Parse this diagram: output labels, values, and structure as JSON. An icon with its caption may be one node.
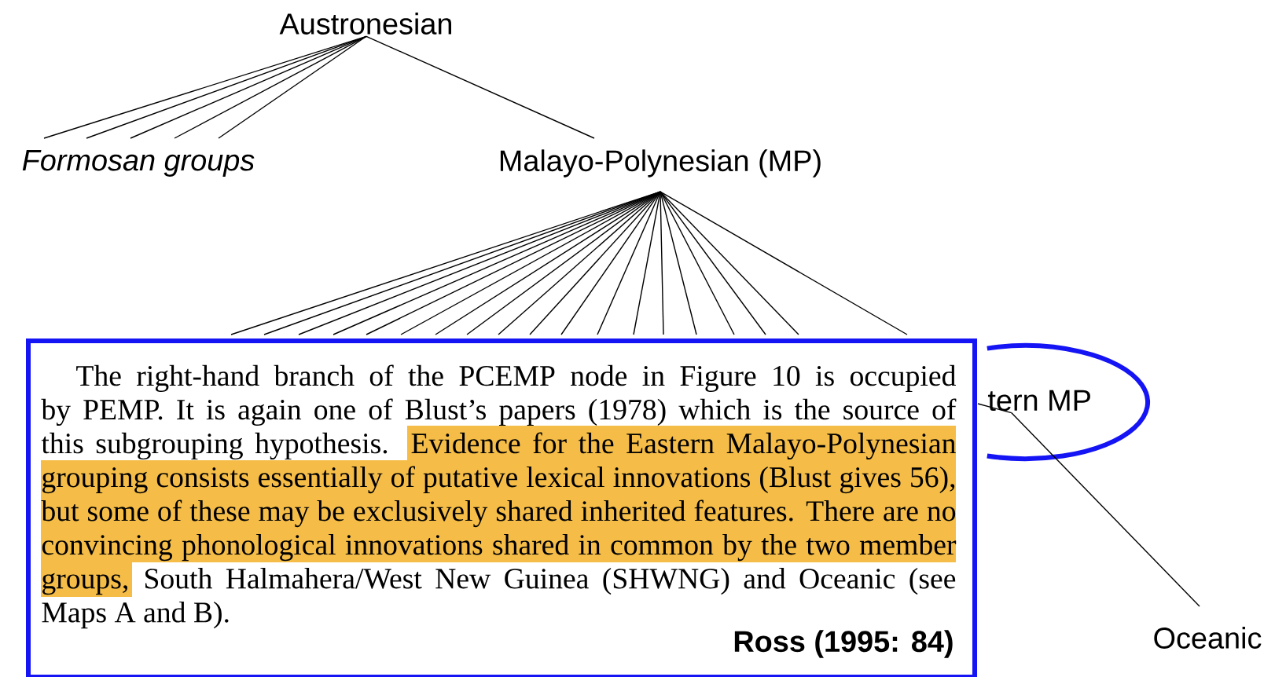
{
  "diagram": {
    "nodes": [
      {
        "text": [
          "Austronesian"
        ]
      },
      {
        "text": [
          "Formosan groups"
        ]
      },
      {
        "text": [
          "Malayo-Polynesian (MP)"
        ]
      },
      {
        "text": [
          "The right-hand branch of the PCEMP node in Figure 10 is occupied by PEMP. It is again one of Blust’s papers (1978) which is the source of this subgrouping hypothesis.",
          "Evidence for the Eastern Malayo-Polynesian grouping consists essentially of putative lexical innovations (Blust gives 56), but some of these may be exclusively shared inherited features. There are no convincing phonological innovations shared in common by the two member groups,",
          "South Halmahera/West New Guinea (SHWNG) and Oceanic (see Maps A and B).",
          "Ross (1995: 84)"
        ]
      },
      {
        "text": [
          "tern MP"
        ]
      },
      {
        "text": [
          "Oceanic"
        ]
      }
    ],
    "edges": [
      {
        "from": 0,
        "to": 1,
        "arrow": "none"
      },
      {
        "from": 0,
        "to": 1,
        "arrow": "none"
      },
      {
        "from": 0,
        "to": 1,
        "arrow": "none"
      },
      {
        "from": 0,
        "to": 1,
        "arrow": "none"
      },
      {
        "from": 0,
        "to": 1,
        "arrow": "none"
      },
      {
        "from": 0,
        "to": 2,
        "arrow": "none"
      },
      {
        "from": 2,
        "to": 3,
        "arrow": "none"
      },
      {
        "from": 2,
        "to": 3,
        "arrow": "none"
      },
      {
        "from": 2,
        "to": 3,
        "arrow": "none"
      },
      {
        "from": 2,
        "to": 3,
        "arrow": "none"
      },
      {
        "from": 2,
        "to": 3,
        "arrow": "none"
      },
      {
        "from": 2,
        "to": 3,
        "arrow": "none"
      },
      {
        "from": 2,
        "to": 3,
        "arrow": "none"
      },
      {
        "from": 2,
        "to": 3,
        "arrow": "none"
      },
      {
        "from": 2,
        "to": 3,
        "arrow": "none"
      },
      {
        "from": 2,
        "to": 3,
        "arrow": "none"
      },
      {
        "from": 2,
        "to": 3,
        "arrow": "none"
      },
      {
        "from": 2,
        "to": 3,
        "arrow": "none"
      },
      {
        "from": 2,
        "to": 3,
        "arrow": "none"
      },
      {
        "from": 2,
        "to": 3,
        "arrow": "none"
      },
      {
        "from": 2,
        "to": 3,
        "arrow": "none"
      },
      {
        "from": 2,
        "to": 3,
        "arrow": "none"
      },
      {
        "from": 2,
        "to": 3,
        "arrow": "none"
      },
      {
        "from": 2,
        "to": 3,
        "arrow": "none"
      },
      {
        "from": 2,
        "to": 3,
        "arrow": "none"
      },
      {
        "from": 4,
        "to": 5,
        "arrow": "none"
      },
      {
        "from": 4,
        "to": 3,
        "arrow": "none"
      }
    ]
  }
}
